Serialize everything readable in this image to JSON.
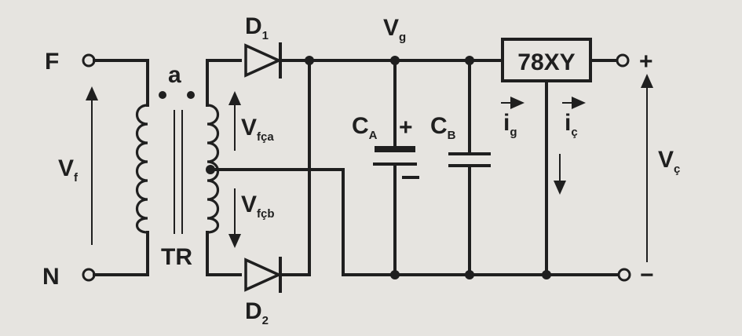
{
  "labels": {
    "terminal_f": "F",
    "terminal_n": "N",
    "vf": "V",
    "vf_sub": "f",
    "dot_label": "a",
    "transformer": "TR",
    "d1": "D",
    "d1_sub": "1",
    "d2": "D",
    "d2_sub": "2",
    "vfca": "V",
    "vfca_sub": "fça",
    "vfcb": "V",
    "vfcb_sub": "fçb",
    "vg": "V",
    "vg_sub": "g",
    "ca": "C",
    "ca_sub": "A",
    "ca_plus": "+",
    "cb": "C",
    "cb_sub": "B",
    "ig": "i",
    "ig_sub": "g",
    "ic": "i",
    "ic_sub": "ç",
    "regulator": "78XY",
    "out_plus": "+",
    "out_minus": "−",
    "vc": "V",
    "vc_sub": "ç"
  },
  "colors": {
    "ink": "#1f1f1f",
    "paper": "#e6e4e0"
  }
}
